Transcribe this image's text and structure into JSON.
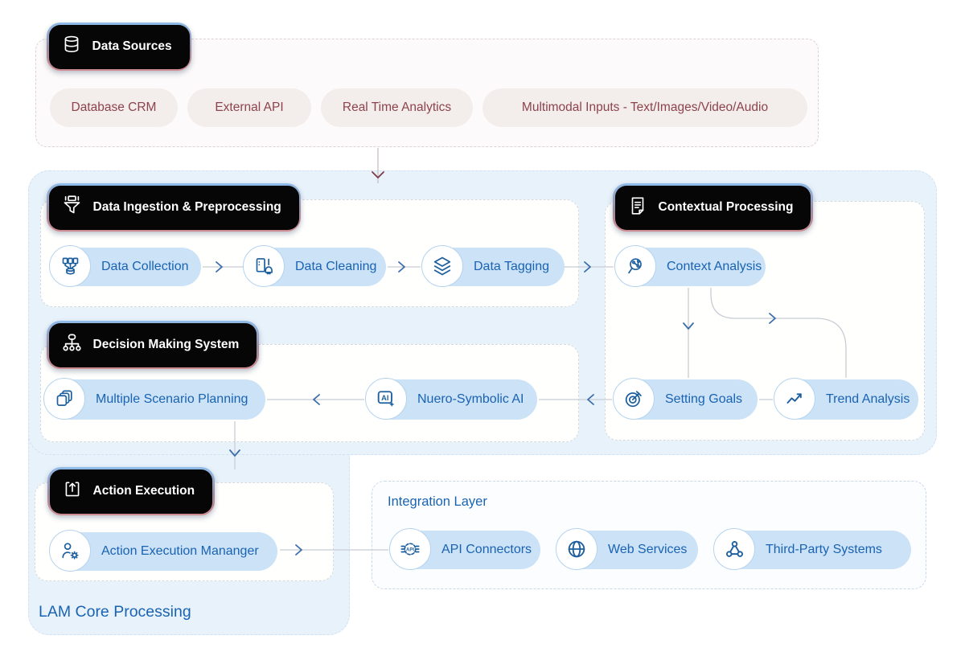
{
  "diagram_title": "LAM Core Processing",
  "data_sources": {
    "badge": "Data Sources",
    "items": [
      "Database CRM",
      "External API",
      "Real Time Analytics",
      "Multimodal Inputs - Text/Images/Video/Audio"
    ]
  },
  "lam": {
    "label": "LAM Core Processing",
    "ingestion": {
      "badge": "Data Ingestion & Preprocessing",
      "steps": [
        "Data Collection",
        "Data Cleaning",
        "Data Tagging"
      ]
    },
    "contextual": {
      "badge": "Contextual Processing",
      "nodes": [
        "Context Analysis",
        "Setting Goals",
        "Trend Analysis"
      ]
    },
    "decision": {
      "badge": "Decision Making System",
      "nodes": [
        "Multiple Scenario Planning",
        "Nuero-Symbolic AI"
      ]
    },
    "action": {
      "badge": "Action Execution",
      "nodes": [
        "Action Execution Mananger"
      ]
    },
    "integration": {
      "title": "Integration Layer",
      "nodes": [
        "API Connectors",
        "Web Services",
        "Third-Party Systems"
      ]
    }
  },
  "colors": {
    "node_pill_bg": "#cbe2f7",
    "node_text": "#1a63b2",
    "source_pill_bg": "#f3edec",
    "source_text": "#8d434b",
    "lam_bg": "#e8f2fb",
    "badge_bg": "#060607",
    "badge_border_top": "#8fbce9",
    "badge_border_bottom": "#cf8a90",
    "connector_line": "#c8cdd4",
    "connector_chevron_blue": "#3b6ea8",
    "connector_chevron_red": "#7d3b47"
  }
}
